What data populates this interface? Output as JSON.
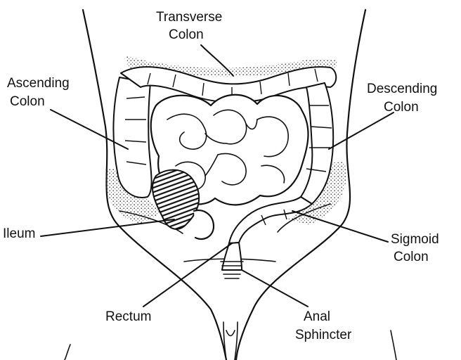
{
  "figure": {
    "labels": {
      "transverse_colon": [
        "Transverse",
        "Colon"
      ],
      "ascending_colon": [
        "Ascending",
        "Colon"
      ],
      "descending_colon": [
        "Descending",
        "Colon"
      ],
      "ileum": [
        "Ileum"
      ],
      "sigmoid_colon": [
        "Sigmoid",
        "Colon"
      ],
      "rectum": [
        "Rectum"
      ],
      "anal_sphincter": [
        "Anal",
        "Sphincter"
      ]
    }
  }
}
